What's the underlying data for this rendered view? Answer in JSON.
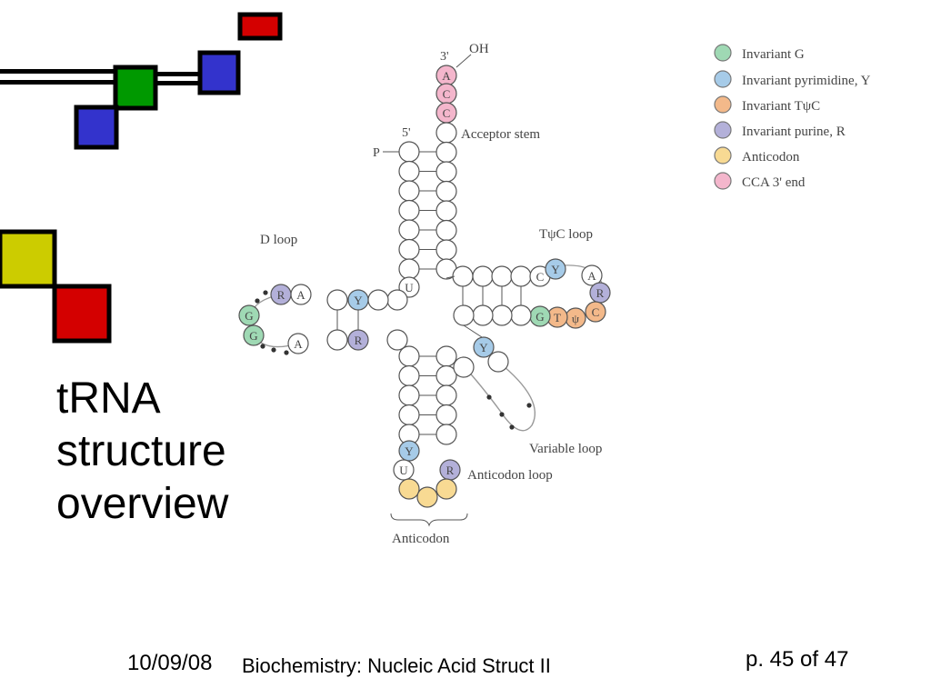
{
  "slide": {
    "title_lines": [
      "tRNA",
      "structure",
      "overview"
    ],
    "footer": {
      "date": "10/09/08",
      "course": "Biochemistry: Nucleic Acid Struct II",
      "page": "p. 45 of 47"
    }
  },
  "diagram": {
    "labels": {
      "three_prime": "3'",
      "oh": "OH",
      "five_prime": "5'",
      "p": "P",
      "acceptor_stem": "Acceptor stem",
      "d_loop": "D loop",
      "tpsic_loop": "TψC loop",
      "variable_loop": "Variable loop",
      "anticodon_loop": "Anticodon loop",
      "anticodon": "Anticodon"
    },
    "legend": [
      {
        "label": "Invariant G",
        "color": "#9fd9b4"
      },
      {
        "label": "Invariant pyrimidine, Y",
        "color": "#a6cbe8"
      },
      {
        "label": "Invariant TψC",
        "color": "#f3b98a"
      },
      {
        "label": "Invariant purine, R",
        "color": "#b3b0d9"
      },
      {
        "label": "Anticodon",
        "color": "#f8da93"
      },
      {
        "label": "CCA 3' end",
        "color": "#f4b6cc"
      }
    ],
    "nucleotide_letters": {
      "cca": [
        "A",
        "C",
        "C"
      ],
      "d_arm": [
        "R",
        "A",
        "Y",
        "G",
        "G",
        "A",
        "R"
      ],
      "u_junction": "U",
      "t_arm": [
        "C",
        "Y",
        "A",
        "R",
        "G",
        "T",
        "ψ",
        "C"
      ],
      "variable": "Y",
      "anticodon_loop": [
        "Y",
        "U",
        "R"
      ]
    }
  }
}
